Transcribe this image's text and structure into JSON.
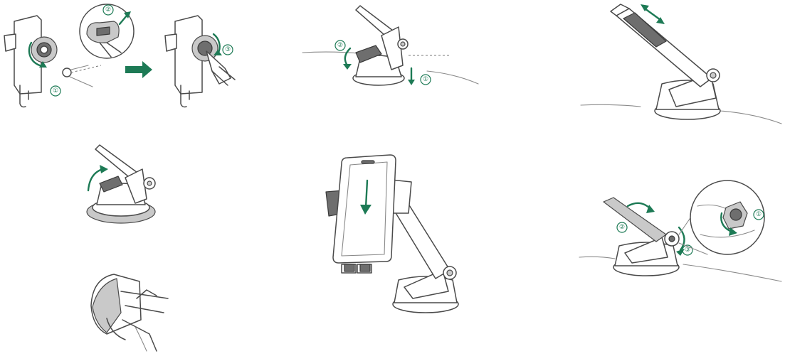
{
  "colors": {
    "accent": "#1d7a55",
    "line": "#4a4a4a",
    "background": "#ffffff"
  },
  "callouts": {
    "p1_step1": "①",
    "p1_step2": "②",
    "p1_step3": "③",
    "p2_step1": "①",
    "p2_step2": "②",
    "p6_step1": "①",
    "p6_step2": "②",
    "p6_step3": "③"
  }
}
